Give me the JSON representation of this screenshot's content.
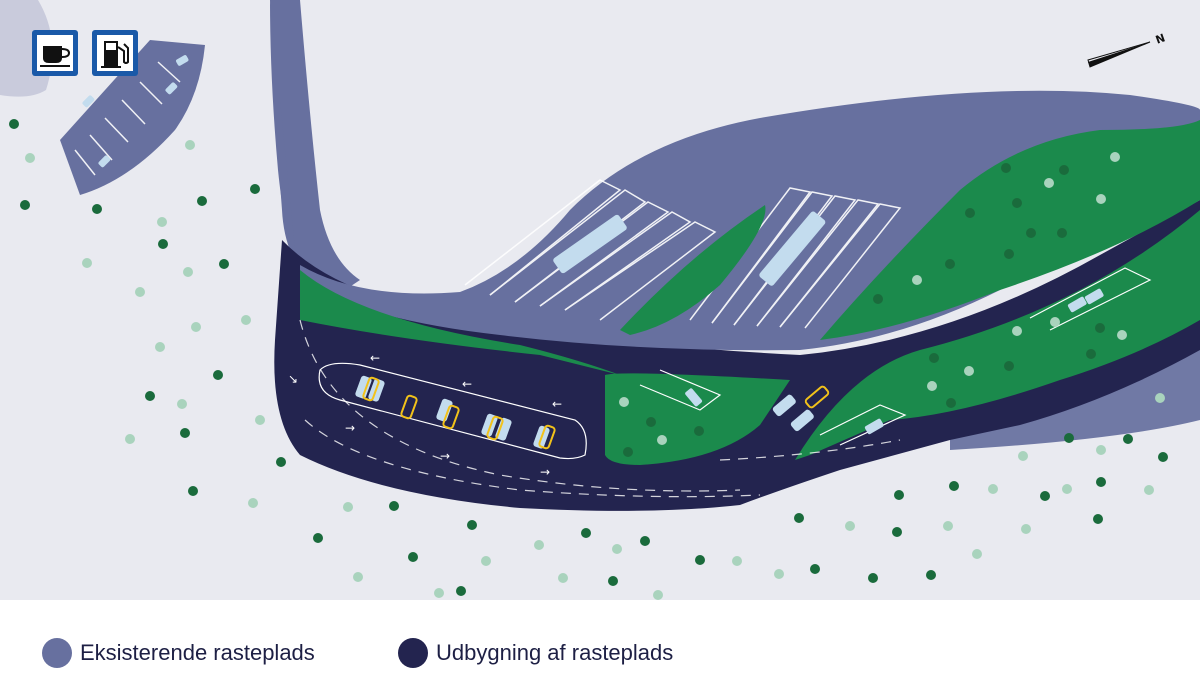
{
  "map": {
    "colors": {
      "background": "#e9eaf0",
      "existing": "#67709f",
      "expansion": "#23244f",
      "green": "#1b8a4c",
      "tree_dark": "#1a6b3c",
      "tree_light": "#a9d3bd",
      "ev_marker": "#f2c21a",
      "vehicle": "#c3dcee"
    },
    "icons": [
      "coffee-cup-icon",
      "fuel-pump-icon",
      "north-arrow-icon"
    ],
    "north_label": "N"
  },
  "legend": {
    "items": [
      {
        "label": "Eksisterende rasteplads",
        "color": "#67709f"
      },
      {
        "label": "Udbygning af rasteplads",
        "color": "#23244f"
      }
    ]
  }
}
